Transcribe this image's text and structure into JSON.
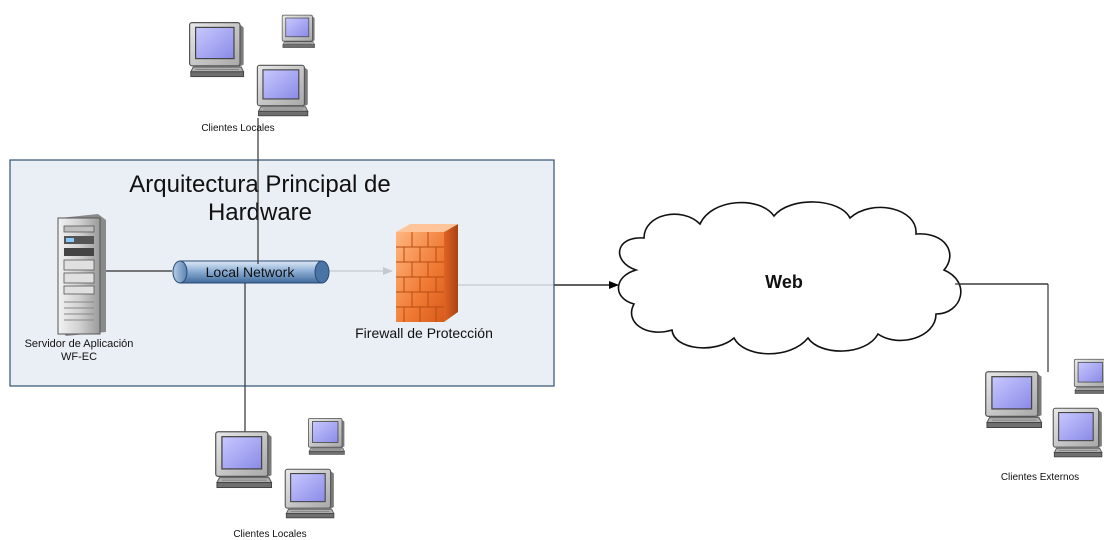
{
  "zone": {
    "title_line1": "Arquitectura Principal de",
    "title_line2": "Hardware",
    "fill": "#e6ecf4",
    "stroke": "#34506e"
  },
  "server": {
    "label_line1": "Servidor de Aplicación",
    "label_line2": "WF-EC",
    "icon": "server-tower-icon"
  },
  "network": {
    "label": "Local Network",
    "icon": "network-bus-cylinder-icon"
  },
  "firewall": {
    "label": "Firewall de Protección",
    "icon": "brick-firewall-icon",
    "color": "#f07a34"
  },
  "cloud": {
    "label": "Web",
    "icon": "cloud-icon"
  },
  "client_groups": {
    "top": {
      "label": "Clientes Locales"
    },
    "bottom": {
      "label": "Clientes Locales"
    },
    "external": {
      "label": "Clientes Externos"
    }
  },
  "colors": {
    "monitor_screen": "#9c9cf0",
    "monitor_body": "#c8c8c8",
    "line": "#333333"
  }
}
